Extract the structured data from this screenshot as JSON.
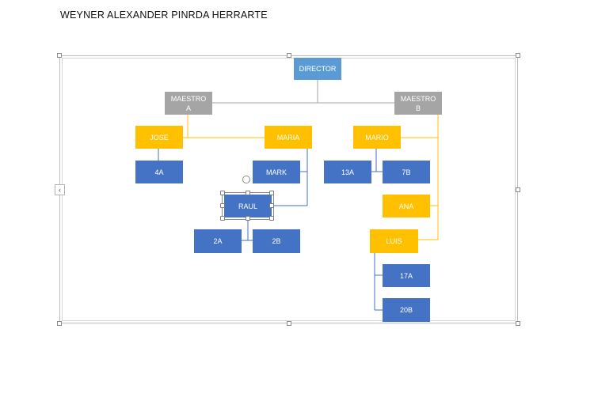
{
  "document": {
    "title": "WEYNER ALEXANDER PINRDA HERRARTE"
  },
  "org_chart": {
    "director": "DIRECTOR",
    "maestro_a": {
      "line1": "MAESTRO",
      "line2": "A"
    },
    "maestro_b": {
      "line1": "MAESTRO",
      "line2": "B"
    },
    "jose": "JOSE",
    "maria": "MARIA",
    "mario": "MARIO",
    "ana": "ANA",
    "luis": "LUIS",
    "mark": "MARK",
    "raul": "RAUL",
    "g4a": "4A",
    "g13a": "13A",
    "g7b": "7B",
    "g2a": "2A",
    "g2b": "2B",
    "g17a": "17A",
    "g20b": "20B"
  },
  "colors": {
    "root": "#5b9bd5",
    "manager": "#a5a5a5",
    "teacher": "#ffc000",
    "group": "#4472c4",
    "line_grey": "#a5a5a5",
    "line_gold": "#ffc000",
    "line_blue": "#4472c4"
  },
  "ui": {
    "collapse_glyph": "‹"
  }
}
